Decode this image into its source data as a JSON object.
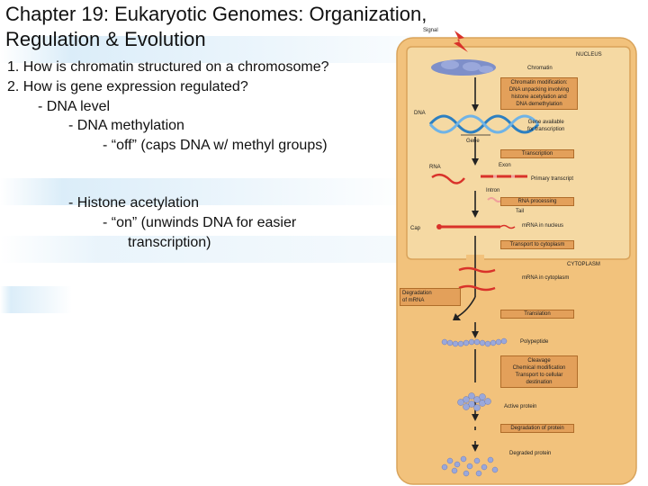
{
  "slide": {
    "title_line1": "Chapter 19: Eukaryotic Genomes: Organization,",
    "title_line2": "Regulation & Evolution",
    "bullets": [
      "1.  How is chromatin structured on a chromosome?",
      "2.  How is gene expression regulated?",
      "-    DNA level",
      "-    DNA methylation",
      "-    “off” (caps DNA w/ methyl groups)",
      "-    Histone acetylation",
      "-    “on” (unwinds DNA for easier",
      "transcription)"
    ]
  },
  "figure": {
    "signal": "Signal",
    "nucleus": "NUCLEUS",
    "chromatin": "Chromatin",
    "chromatin_mod": [
      "Chromatin modification:",
      "DNA unpacking involving",
      "histone acetylation and",
      "DNA demethylation"
    ],
    "dna": "DNA",
    "gene_available": [
      "Gene available",
      "for transcription"
    ],
    "gene": "Gene",
    "transcription": "Transcription",
    "rna": "RNA",
    "exon": "Exon",
    "primary_transcript": "Primary transcript",
    "intron": "Intron",
    "rna_processing": "RNA processing",
    "tail": "Tail",
    "cap": "Cap",
    "mrna_nucleus": "mRNA in nucleus",
    "transport_cytoplasm": "Transport to cytoplasm",
    "cytoplasm": "CYTOPLASM",
    "mrna_cytoplasm": "mRNA in cytoplasm",
    "degradation_mrna": [
      "Degradation",
      "of mRNA"
    ],
    "translation": "Translation",
    "polypeptide": "Polypeptide",
    "cleavage": [
      "Cleavage",
      "Chemical modification",
      "Transport to cellular",
      "destination"
    ],
    "active_protein": "Active protein",
    "degradation_protein": "Degradation of protein",
    "degraded_protein": "Degraded protein"
  },
  "colors": {
    "cell": "#f2c27c",
    "nucleus": "#f5d9a3",
    "nucleus_border": "#d9a35a",
    "label_box": "#e3a05a",
    "dna_blue": "#2c7fc1",
    "rna_red": "#d9322a"
  }
}
